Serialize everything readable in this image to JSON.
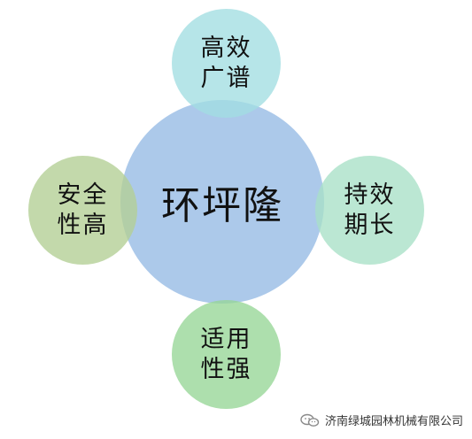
{
  "diagram": {
    "center": {
      "label": "环坪隆"
    },
    "satellites": [
      {
        "id": "top",
        "line1": "高效",
        "line2": "广谱"
      },
      {
        "id": "right",
        "line1": "持效",
        "line2": "期长"
      },
      {
        "id": "bottom",
        "line1": "适用",
        "line2": "性强"
      },
      {
        "id": "left",
        "line1": "安全",
        "line2": "性高"
      }
    ]
  },
  "watermark": {
    "text": "济南绿城园林机械有限公司",
    "icon": "wechat-icon"
  }
}
